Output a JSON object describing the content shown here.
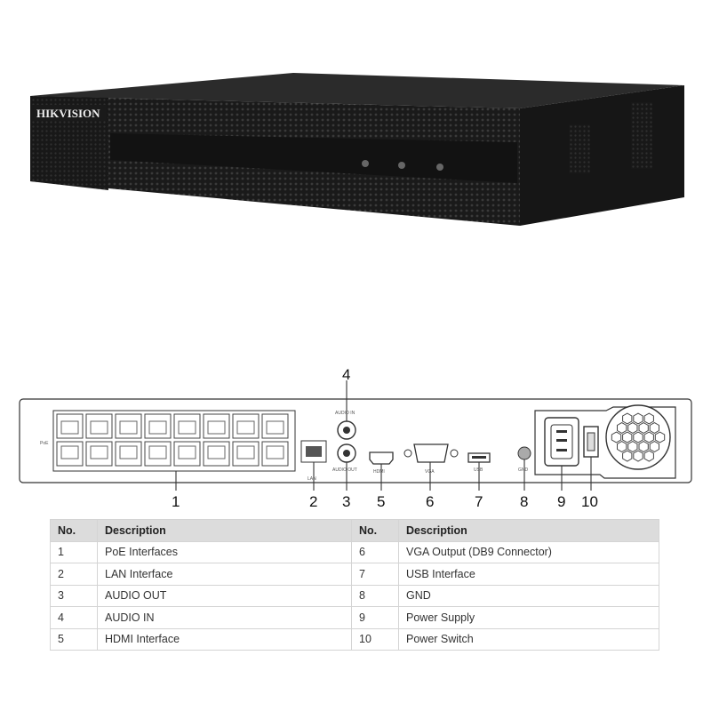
{
  "device": {
    "brand": "HIKVISION",
    "front_leds": 3
  },
  "rear_panel": {
    "port_labels": {
      "poe": "PoE",
      "lan": "LAN",
      "audio_in": "AUDIO IN",
      "audio_out": "AUDIO OUT",
      "hdmi": "HDMI",
      "vga": "VGA",
      "usb": "USB",
      "gnd": "GND"
    },
    "callouts": [
      "1",
      "2",
      "3",
      "4",
      "5",
      "6",
      "7",
      "8",
      "9",
      "10"
    ]
  },
  "legend": {
    "headers": [
      "No.",
      "Description",
      "No.",
      "Description"
    ],
    "rows": [
      {
        "no_left": "1",
        "desc_left": "PoE Interfaces",
        "no_right": "6",
        "desc_right": "VGA Output (DB9 Connector)"
      },
      {
        "no_left": "2",
        "desc_left": "LAN Interface",
        "no_right": "7",
        "desc_right": "USB Interface"
      },
      {
        "no_left": "3",
        "desc_left": "AUDIO OUT",
        "no_right": "8",
        "desc_right": "GND"
      },
      {
        "no_left": "4",
        "desc_left": "AUDIO IN",
        "no_right": "9",
        "desc_right": "Power Supply"
      },
      {
        "no_left": "5",
        "desc_left": "HDMI Interface",
        "no_right": "10",
        "desc_right": "Power Switch"
      }
    ]
  },
  "colors": {
    "chassis": "#1c1c1c",
    "chassis_side": "#2a2a2a",
    "table_header": "#dcdcdc"
  }
}
